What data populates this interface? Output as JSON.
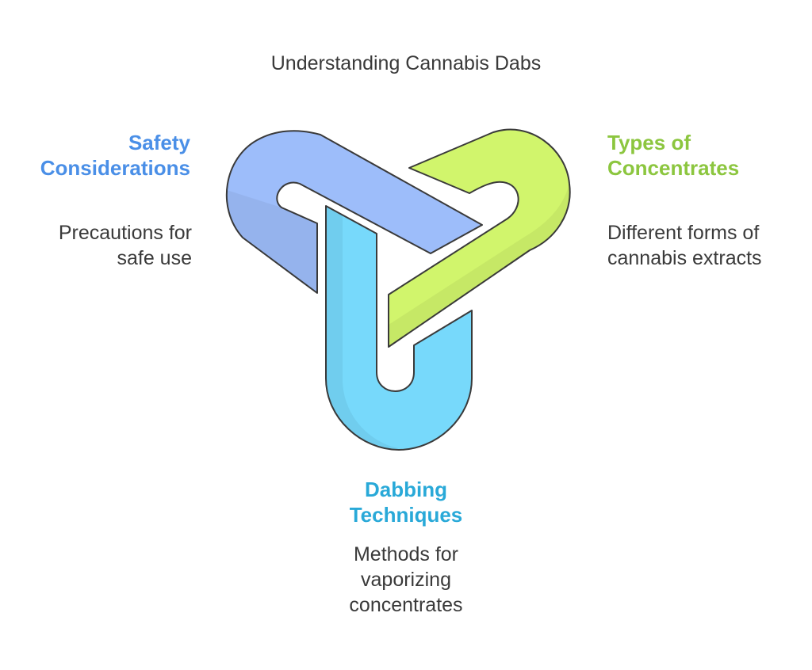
{
  "title": "Understanding Cannabis Dabs",
  "colors": {
    "safety": "#4a8fe7",
    "types": "#8cc63f",
    "dabbing": "#29a9d8",
    "safety_fill": "#9dbdfa",
    "types_fill": "#d1f56c",
    "dabbing_fill": "#77d9fb",
    "outline": "#3a3a3a"
  },
  "sections": [
    {
      "id": "safety",
      "heading": "Safety\nConsiderations",
      "description": "Precautions for\nsafe use"
    },
    {
      "id": "types",
      "heading": "Types of\nConcentrates",
      "description": "Different forms of\ncannabis extracts"
    },
    {
      "id": "dabbing",
      "heading": "Dabbing\nTechniques",
      "description": "Methods for\nvaporizing\nconcentrates"
    }
  ]
}
